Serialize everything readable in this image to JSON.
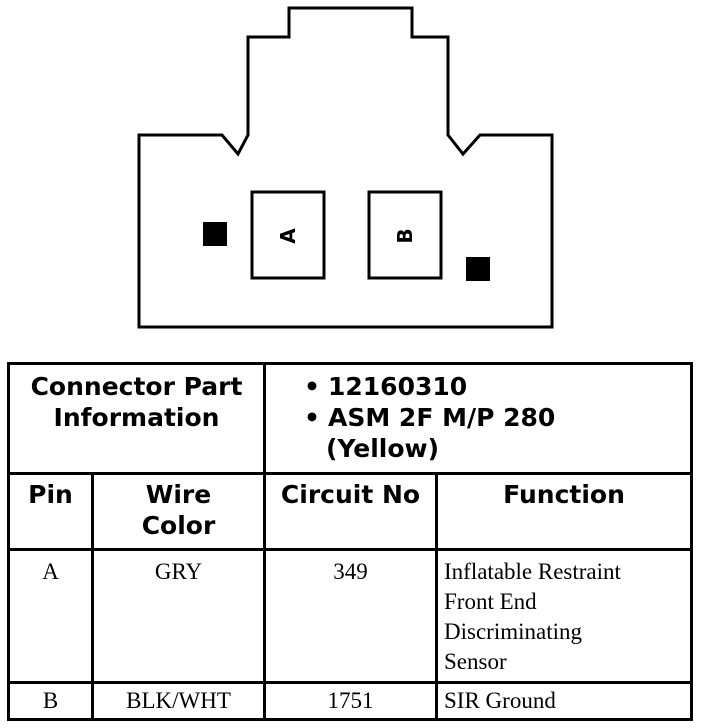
{
  "connector": {
    "cavity_a_label": "A",
    "cavity_b_label": "B"
  },
  "table": {
    "part_info_label_line1": "Connector Part",
    "part_info_label_line2": "Information",
    "part_numbers": [
      {
        "bullet": "•",
        "text": "12160310"
      },
      {
        "bullet": "•",
        "text": "ASM 2F M/P 280"
      }
    ],
    "part_color": "(Yellow)",
    "headers": {
      "pin": "Pin",
      "wire_color_line1": "Wire",
      "wire_color_line2": "Color",
      "circuit_no": "Circuit No",
      "function": "Function"
    },
    "rows": [
      {
        "pin": "A",
        "wire_color": "GRY",
        "circuit_no": "349",
        "function_lines": [
          "Inflatable Restraint",
          "Front End",
          "Discriminating",
          "Sensor"
        ]
      },
      {
        "pin": "B",
        "wire_color": "BLK/WHT",
        "circuit_no": "1751",
        "function_lines": [
          "SIR Ground"
        ]
      }
    ]
  }
}
